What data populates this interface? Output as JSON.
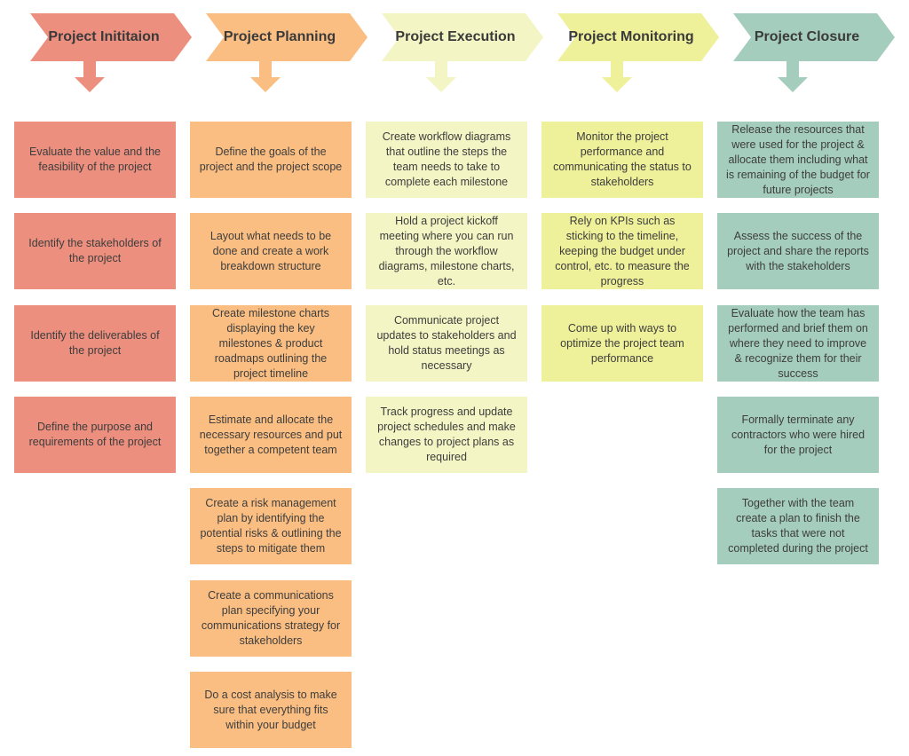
{
  "phases": [
    {
      "title": "Project Inititaion",
      "color": "#ec8f7e",
      "tasks": [
        "Evaluate the value and the feasibility of the project",
        "Identify the stakeholders of the project",
        "Identify the deliverables of the project",
        "Define the purpose and requirements of the project"
      ]
    },
    {
      "title": "Project Planning",
      "color": "#fabe82",
      "tasks": [
        "Define the goals of the project and the project scope",
        "Layout what needs to be done and create a work breakdown structure",
        "Create milestone charts displaying the key milestones & product roadmaps outlining the project timeline",
        "Estimate and allocate the necessary resources and put together a competent team",
        "Create a risk management plan by identifying the potential risks & outlining the steps to mitigate them",
        "Create a communications plan specifying your communications strategy for stakeholders",
        "Do a cost analysis to make sure that everything fits within your budget"
      ]
    },
    {
      "title": "Project Execution",
      "color": "#f3f5c4",
      "tasks": [
        "Create workflow diagrams that outline the steps the team needs to take to complete each milestone",
        "Hold a project kickoff meeting where you can run through the workflow diagrams, milestone charts, etc.",
        "Communicate project updates to stakeholders and hold status meetings as necessary",
        "Track progress and update project schedules and make changes to project plans as required"
      ]
    },
    {
      "title": "Project Monitoring",
      "color": "#eef09a",
      "tasks": [
        "Monitor the project performance and communicating the status to stakeholders",
        "Rely on KPIs such as sticking to the timeline, keeping the budget under control, etc. to measure the progress",
        "Come up with ways to optimize the project team performance"
      ]
    },
    {
      "title": "Project Closure",
      "color": "#a5cdbd",
      "tasks": [
        "Release the resources that were used for the project & allocate them including what is remaining of the budget for future projects",
        "Assess the success of the project and share the reports with the stakeholders",
        "Evaluate how the team has performed and brief them on where they need to improve & recognize them for their success",
        "Formally terminate any contractors who were hired for the project",
        "Together with the team create a plan to finish the tasks that were not completed during the project"
      ]
    }
  ]
}
